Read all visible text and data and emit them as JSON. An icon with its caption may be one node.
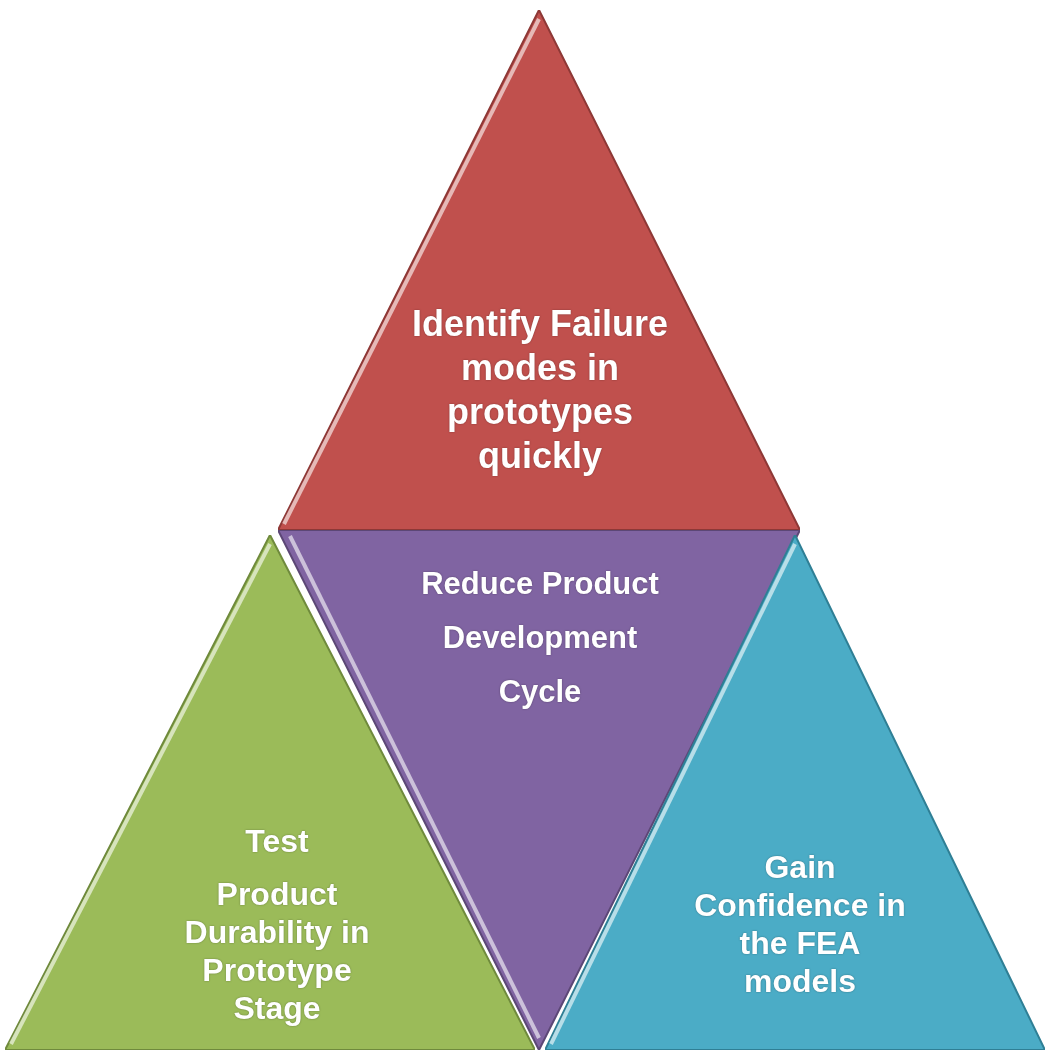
{
  "diagram": {
    "nodes": [
      {
        "text": [
          "Identify Failure modes in prototypes quickly"
        ]
      },
      {
        "text": [
          "Reduce Product Development Cycle"
        ]
      },
      {
        "text": [
          "Test",
          "Product Durability in Prototype Stage"
        ]
      },
      {
        "text": [
          "Gain Confidence in the FEA models"
        ]
      }
    ]
  }
}
